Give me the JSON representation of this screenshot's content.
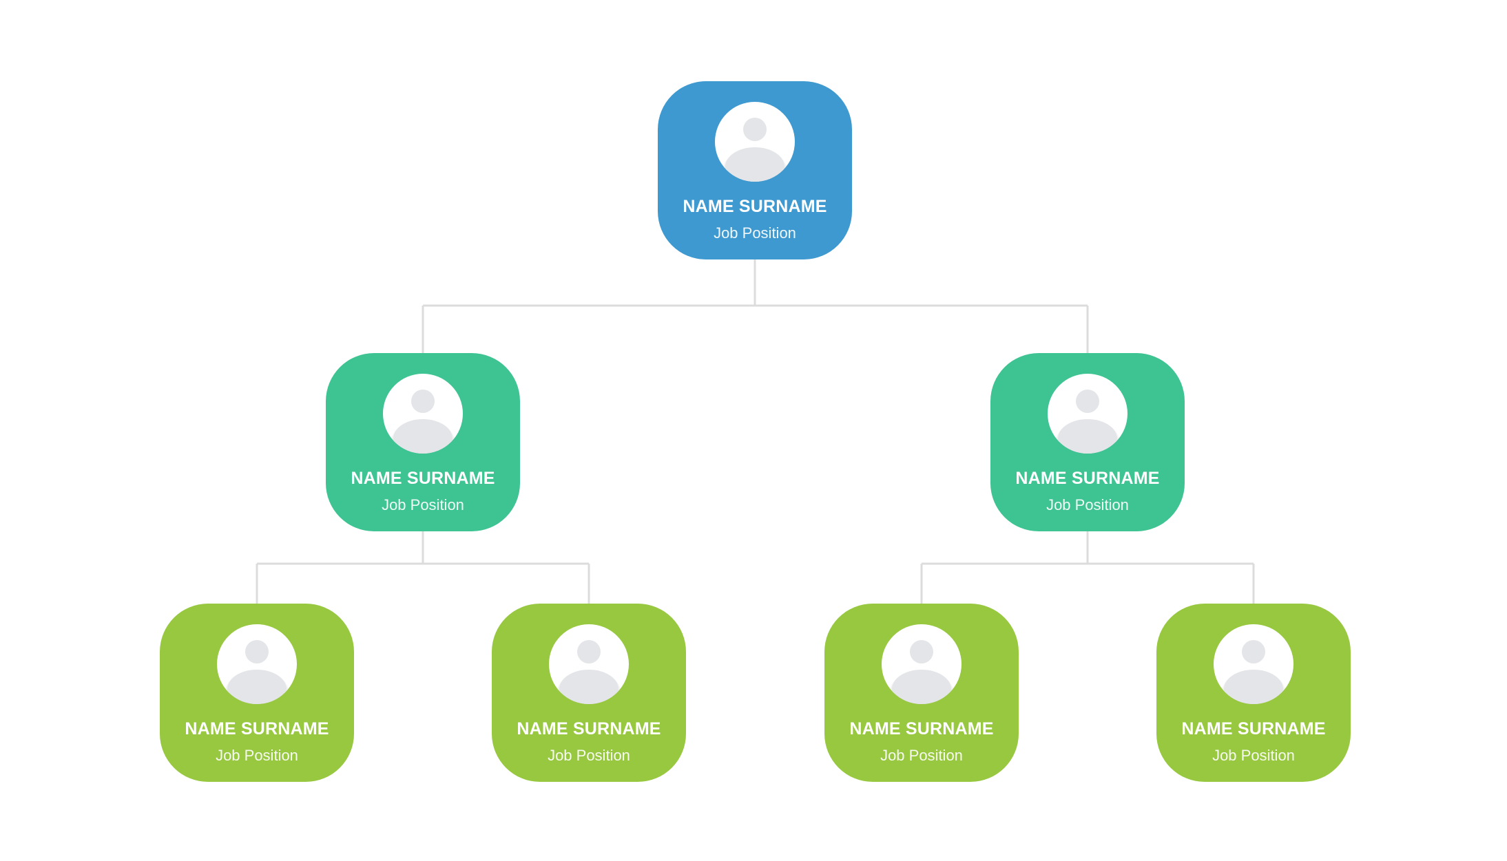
{
  "colors": {
    "level_1": "#3d99cf",
    "level_2": "#3ec393",
    "level_3": "#97c83f",
    "connector": "#dcdcdc",
    "avatar_bg": "#ffffff",
    "avatar_figure": "#e3e5e8"
  },
  "avatar_icon": "user-avatar-icon",
  "root": {
    "name": "NAME SURNAME",
    "position": "Job Position"
  },
  "managers": [
    {
      "name": "NAME SURNAME",
      "position": "Job Position",
      "reports": [
        {
          "name": "NAME SURNAME",
          "position": "Job Position"
        },
        {
          "name": "NAME SURNAME",
          "position": "Job Position"
        }
      ]
    },
    {
      "name": "NAME SURNAME",
      "position": "Job Position",
      "reports": [
        {
          "name": "NAME SURNAME",
          "position": "Job Position"
        },
        {
          "name": "NAME SURNAME",
          "position": "Job Position"
        }
      ]
    }
  ]
}
